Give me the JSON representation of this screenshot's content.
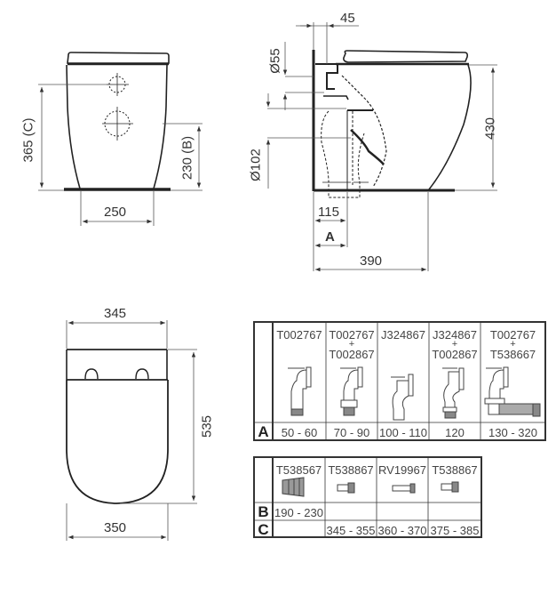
{
  "front_view": {
    "width_label": "250",
    "height_c_label": "365 (C)",
    "height_b_label": "230 (B)"
  },
  "side_view": {
    "top_offset_label": "45",
    "pipe_small_label": "Ø55",
    "pipe_large_label": "Ø102",
    "height_label": "430",
    "outlet_offset_label": "115",
    "a_label": "A",
    "depth_label": "390"
  },
  "top_view": {
    "top_width_label": "345",
    "bottom_width_label": "350",
    "length_label": "535"
  },
  "table_a": {
    "row_label": "A",
    "columns": [
      {
        "codes": [
          "T002767"
        ],
        "range": "50 - 60",
        "icon": "pan-connector-elbow-icon"
      },
      {
        "codes": [
          "T002767",
          "+",
          "T002867"
        ],
        "range": "70 - 90",
        "icon": "pan-connector-elbow-extension-icon"
      },
      {
        "codes": [
          "J324867"
        ],
        "range": "100 - 110",
        "icon": "offset-pan-connector-icon"
      },
      {
        "codes": [
          "J324867",
          "+",
          "T002867"
        ],
        "range": "120",
        "icon": "offset-pan-connector-extension-icon"
      },
      {
        "codes": [
          "T002767",
          "+",
          "T538667"
        ],
        "range": "130 - 320",
        "icon": "pan-connector-flexible-icon"
      }
    ]
  },
  "table_bc": {
    "row_labels": [
      "B",
      "C"
    ],
    "columns": [
      {
        "code": "T538567",
        "b": "190 - 230",
        "c": "",
        "icon": "flexible-connector-icon"
      },
      {
        "code": "T538867",
        "b": "",
        "c": "345 - 355",
        "icon": "short-connector-icon"
      },
      {
        "code": "RV19967",
        "b": "",
        "c": "360 - 370",
        "icon": "straight-pipe-icon"
      },
      {
        "code": "T538867",
        "b": "",
        "c": "375 - 385",
        "icon": "short-connector-icon"
      }
    ]
  },
  "colors": {
    "line": "#222222",
    "dim_line": "#555555",
    "text": "#333333"
  }
}
